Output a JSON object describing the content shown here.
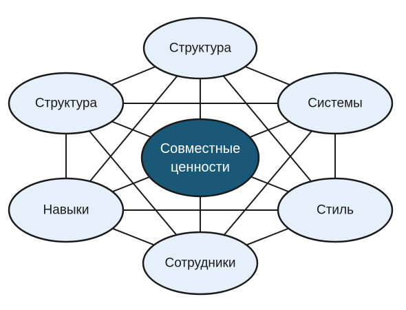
{
  "diagram": {
    "center": {
      "line1": "Совместные",
      "line2": "ценности"
    },
    "nodes": [
      {
        "id": "top",
        "label": "Структура"
      },
      {
        "id": "upper-left",
        "label": "Структура"
      },
      {
        "id": "upper-right",
        "label": "Системы"
      },
      {
        "id": "lower-left",
        "label": "Навыки"
      },
      {
        "id": "lower-right",
        "label": "Стиль"
      },
      {
        "id": "bottom",
        "label": "Сотрудники"
      }
    ]
  },
  "colors": {
    "node_fill": "#e5f0fb",
    "center_fill": "#1a5878",
    "outline": "#1a1a1a",
    "center_text": "#ffffff"
  }
}
